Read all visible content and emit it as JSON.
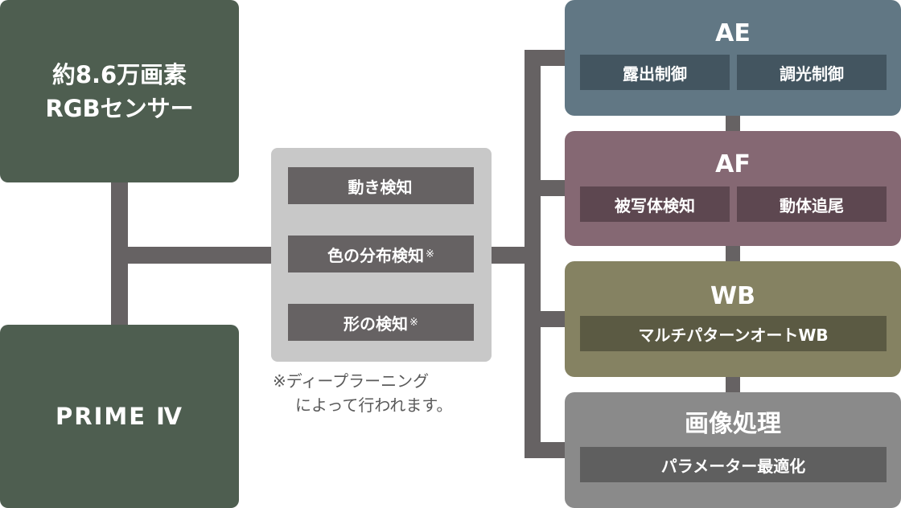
{
  "sensor": {
    "line1": "約8.6万画素",
    "line2": "RGBセンサー"
  },
  "processor": {
    "label": "PRIME Ⅳ"
  },
  "detection": {
    "items": [
      {
        "label": "動き検知",
        "mark": ""
      },
      {
        "label": "色の分布検知",
        "mark": "※"
      },
      {
        "label": "形の検知",
        "mark": "※"
      }
    ],
    "note_line1": "※ディープラーニング",
    "note_line2": "によって行われます。"
  },
  "functions": [
    {
      "title": "AE",
      "items": [
        "露出制御",
        "調光制御"
      ],
      "color": "#617784"
    },
    {
      "title": "AF",
      "items": [
        "被写体検知",
        "動体追尾"
      ],
      "color": "#856873"
    },
    {
      "title": "WB",
      "items": [
        "マルチパターンオートWB"
      ],
      "color": "#858262"
    },
    {
      "title": "画像処理",
      "items": [
        "パラメーター最適化"
      ],
      "color": "#8a8a8a"
    }
  ],
  "colors": {
    "dark_green": "#4e5e50",
    "connector": "#666263",
    "detect_bg": "#c8c8c8"
  }
}
